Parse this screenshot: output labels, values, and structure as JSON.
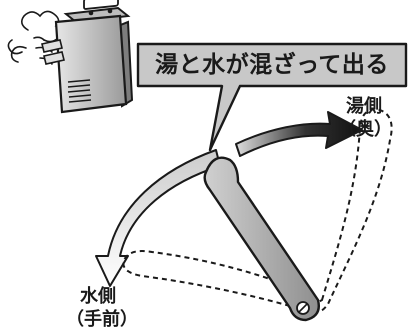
{
  "callout": {
    "text": "湯と水が混ざって出る"
  },
  "labels": {
    "hot_side": "湯側",
    "hot_side_sub": "（奥）",
    "cold_side": "水側",
    "cold_side_sub": "（手前）"
  },
  "colors": {
    "callout_fill": "#c8c8c8",
    "outline": "#1a1a1a",
    "lever_fill": "#b4b4b4",
    "heater_body": "#d8d8d8",
    "arrow_hot": "#222222"
  },
  "icons": {
    "heater": "water-heater-icon",
    "steam": "steam-icon",
    "hot_arrow": "arrow-right-icon",
    "cold_arrow": "arrow-down-icon"
  }
}
